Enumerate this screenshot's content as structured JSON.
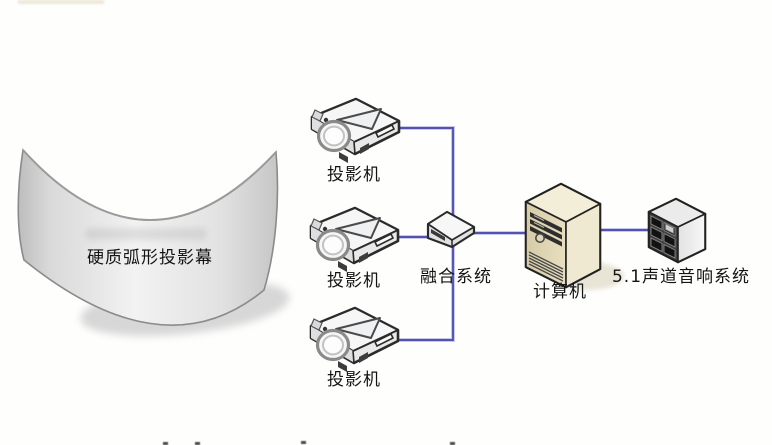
{
  "diagram": {
    "title_hint": "projection blending system topology",
    "screen": {
      "label": "硬质弧形投影幕"
    },
    "projectors": [
      {
        "label": "投影机"
      },
      {
        "label": "投影机"
      },
      {
        "label": "投影机"
      }
    ],
    "fusion_system": {
      "label": "融合系统"
    },
    "computer": {
      "label": "计算机"
    },
    "audio_system": {
      "label": "5.1声道音响系统"
    },
    "colors": {
      "connector_line": "#5353ae",
      "connector_halo": "#c9c9ef",
      "outline": "#2b2b2b",
      "screen_fill_light": "#f2f2f2",
      "screen_fill_dark": "#c2c2c2",
      "computer_body": "#e6dcbd",
      "speaker_face": "#404040",
      "background": "#fefefd"
    }
  }
}
